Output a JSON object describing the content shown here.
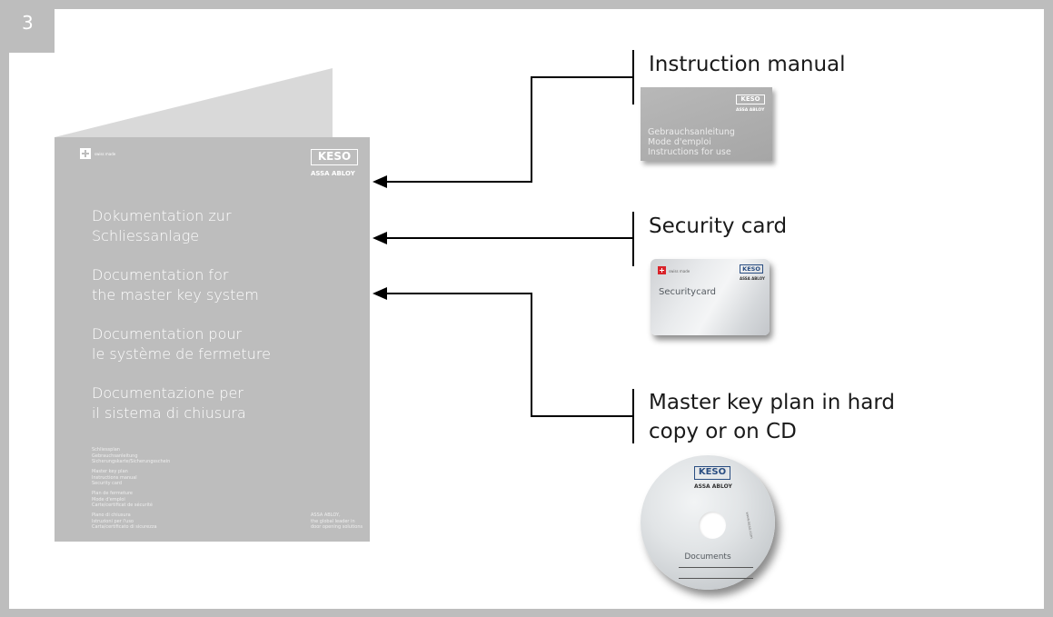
{
  "step": {
    "number": "3"
  },
  "booklet": {
    "badge_text": "swiss made",
    "logo": {
      "keso": "KESO",
      "assa": "ASSA ABLOY"
    },
    "headings": [
      {
        "line1": "Dokumentation zur",
        "line2": "Schliessanlage"
      },
      {
        "line1": "Documentation for",
        "line2": "the master key system"
      },
      {
        "line1": "Documentation pour",
        "line2": "le système de fermeture"
      },
      {
        "line1": "Documentazione per",
        "line2": "il sistema di chiusura"
      }
    ],
    "small_groups": [
      [
        "Schliessplan",
        "Gebrauchsanleitung",
        "Sicherungskarte/Sicherungsschein"
      ],
      [
        "Master key plan",
        "Instructions manual",
        "Security card"
      ],
      [
        "Plan de fermeture",
        "Mode d'emploi",
        "Carte/certificat de sécurité"
      ],
      [
        "Piano di chiusura",
        "Istruzioni per l'uso",
        "Carta/certificato di sicurezza"
      ]
    ],
    "footer": [
      "ASSA ABLOY,",
      "the global leader in",
      "door opening solutions"
    ]
  },
  "items": {
    "manual": {
      "label": "Instruction manual",
      "logo": {
        "keso": "KESO",
        "assa": "ASSA ABLOY"
      },
      "lines": [
        "Gebrauchsanleitung",
        "Mode d'emploi",
        "Instructions for use"
      ]
    },
    "card": {
      "label": "Security card",
      "badge_text": "swiss made",
      "logo": {
        "keso": "KESO",
        "assa": "ASSA ABLOY"
      },
      "title": "Securitycard"
    },
    "cd": {
      "label_line1": "Master key plan in hard",
      "label_line2": "copy or on CD",
      "logo": {
        "keso": "KESO",
        "assa": "ASSA ABLOY"
      },
      "text": "Documents",
      "side_text": "www.keso.com"
    }
  },
  "colors": {
    "booklet": "#bdbdbd",
    "booklet_flap": "#d9d9d9",
    "line": "#000000",
    "frame": "#bdbdbd"
  }
}
